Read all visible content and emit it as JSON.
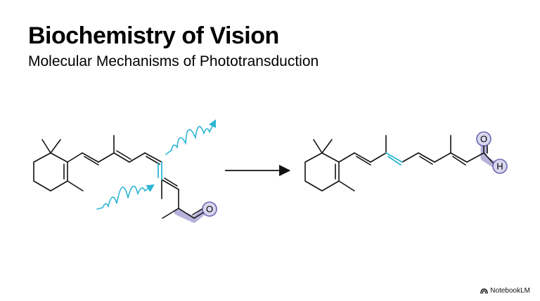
{
  "slide": {
    "title": "Biochemistry of Vision",
    "subtitle": "Molecular Mechanisms of Phototransduction"
  },
  "molecules": {
    "left": {
      "atom_label": "O"
    },
    "right": {
      "atom_label_top": "O",
      "atom_label_end": "H"
    }
  },
  "colors": {
    "bond": "#111111",
    "isomer_bond": "#2cb5d4",
    "light_wave": "#2cb5d4",
    "highlight_fill": "#a8a6d4",
    "highlight_stroke": "#6a67b0"
  },
  "icons": {
    "brand": "notebooklm-logo-icon"
  },
  "brand": {
    "label": "NotebookLM"
  }
}
